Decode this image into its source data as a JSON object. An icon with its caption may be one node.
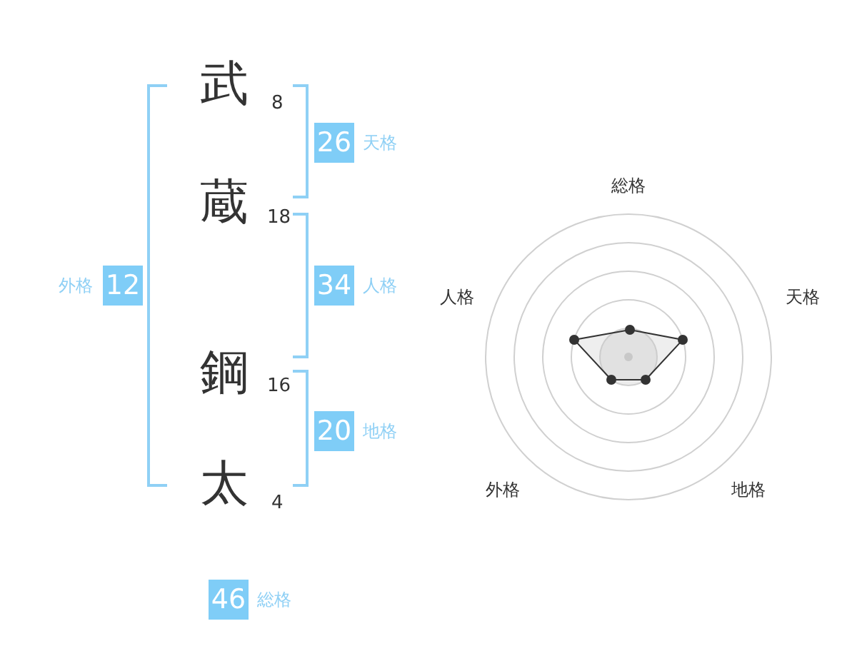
{
  "diagram": {
    "nodes": [
      {
        "text": [
          "26"
        ],
        "beside": [
          "天格"
        ]
      },
      {
        "text": [
          "12"
        ],
        "beside": [
          "外格"
        ]
      },
      {
        "text": [
          "34"
        ],
        "beside": [
          "人格"
        ]
      },
      {
        "text": [
          "20"
        ],
        "beside": [
          "地格"
        ]
      },
      {
        "text": [
          "46"
        ],
        "beside": [
          "総格"
        ]
      }
    ],
    "edges": [],
    "labels": [
      "武",
      "8",
      "蔵",
      "18",
      "鋼",
      "16",
      "太",
      "4",
      "総格",
      "人格",
      "天格",
      "外格",
      "地格"
    ]
  }
}
